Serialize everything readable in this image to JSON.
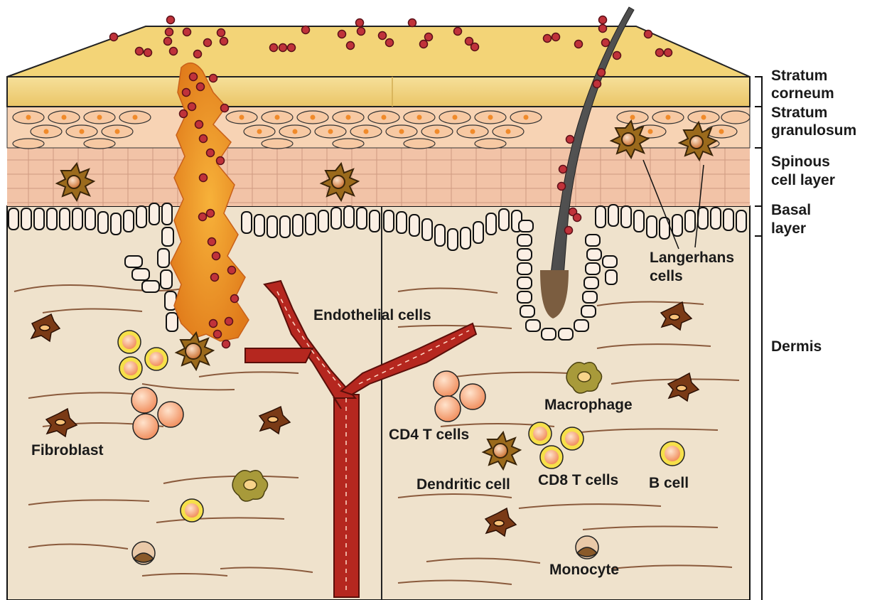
{
  "layers": {
    "stratum_corneum": [
      "Stratum",
      "corneum"
    ],
    "stratum_granulosum": [
      "Stratum",
      "granulosum"
    ],
    "spinous": [
      "Spinous",
      "cell layer"
    ],
    "basal": [
      "Basal",
      "layer"
    ],
    "dermis": "Dermis"
  },
  "labels": {
    "langerhans": [
      "Langerhans",
      "cells"
    ],
    "endothelial": "Endothelial cells",
    "fibroblast": "Fibroblast",
    "macrophage": "Macrophage",
    "cd4": "CD4 T cells",
    "dendritic": "Dendritic cell",
    "cd8": "CD8 T cells",
    "bcell": "B cell",
    "monocyte": "Monocyte"
  },
  "colors": {
    "corneum": "#f3d477",
    "granulosum": "#f7d3b4",
    "spinous": "#f2c3a7",
    "dermis": "#efe2cc",
    "vessel": "#b5271f",
    "lesion": "#f2a22c",
    "tcell_cd4": "#f39a6e",
    "tcell_cd8": "#f6e04a"
  }
}
